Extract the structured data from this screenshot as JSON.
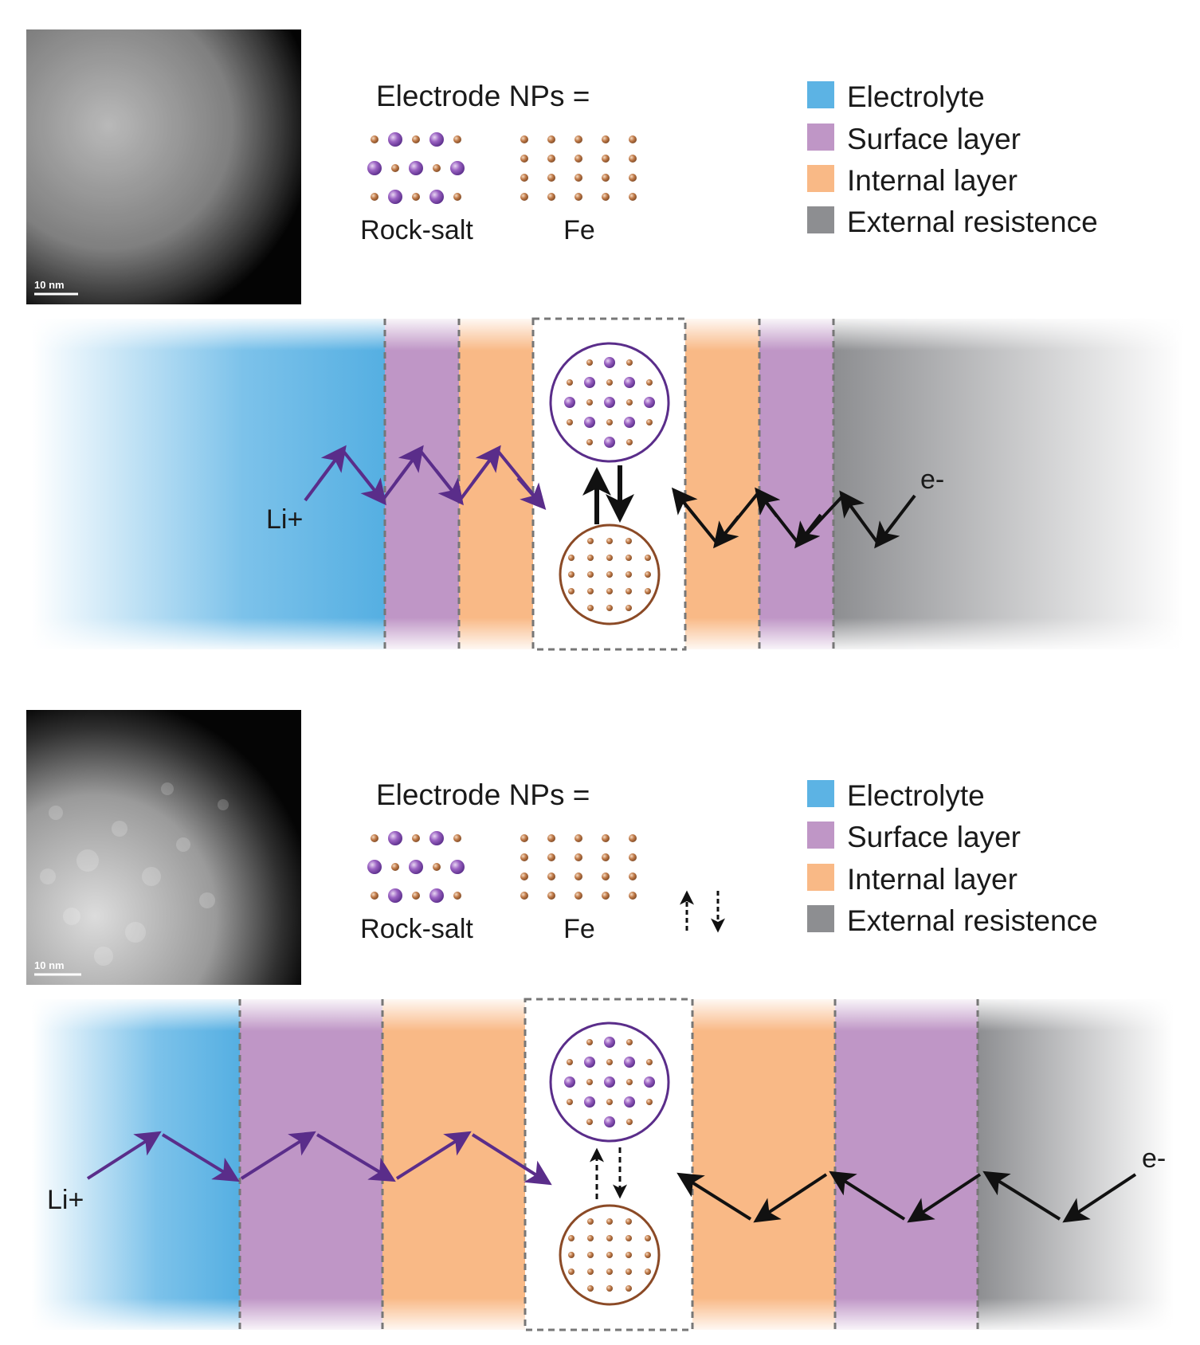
{
  "colors": {
    "electrolyte": "#5cb3e4",
    "surface_layer": "#bf96c6",
    "internal_layer": "#f9b986",
    "external_resistance": "#8d8e91",
    "ion_path": "#5a2d8a",
    "electron_path": "#111111",
    "rock_salt_atom": "#8a56b0",
    "fe_atom": "#b36a3c"
  },
  "panels": [
    {
      "micrograph_scale": "10 nm",
      "electrode_title": "Electrode NPs =",
      "rock_salt_label": "Rock-salt",
      "fe_label": "Fe",
      "legend": [
        {
          "label": "Electrolyte",
          "swatch": "#5cb3e4"
        },
        {
          "label": "Surface layer",
          "swatch": "#bf96c6"
        },
        {
          "label": "Internal layer",
          "swatch": "#f9b986"
        },
        {
          "label": "External resistence",
          "swatch": "#8d8e91"
        }
      ],
      "ion_label": "Li+",
      "electron_label": "e-",
      "conversion": "fast"
    },
    {
      "micrograph_scale": "10 nm",
      "electrode_title": "Electrode NPs =",
      "rock_salt_label": "Rock-salt",
      "fe_label": "Fe",
      "legend": [
        {
          "label": "Electrolyte",
          "swatch": "#5cb3e4"
        },
        {
          "label": "Surface layer",
          "swatch": "#bf96c6"
        },
        {
          "label": "Internal layer",
          "swatch": "#f9b986"
        },
        {
          "label": "External resistence",
          "swatch": "#8d8e91"
        }
      ],
      "ion_label": "Li+",
      "electron_label": "e-",
      "conversion": "slow"
    }
  ]
}
